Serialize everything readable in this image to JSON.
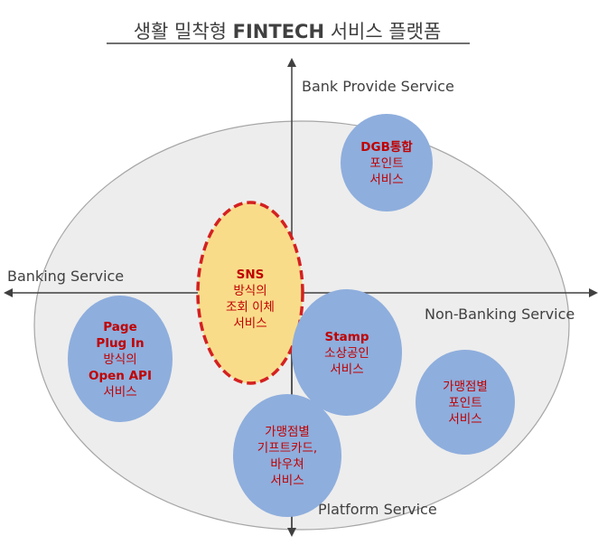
{
  "title": {
    "prefix": "생활 밀착형 ",
    "highlight": "FINTECH",
    "suffix": " 서비스 플랫폼"
  },
  "axes": {
    "top": "Bank Provide Service",
    "left": "Banking Service",
    "right": "Non-Banking Service",
    "bottom": "Platform Service"
  },
  "bubbles": {
    "dgb": {
      "lines": [
        "DGB통합",
        "포인트",
        "서비스"
      ],
      "bold": [
        true,
        false,
        false
      ]
    },
    "sns": {
      "lines": [
        "SNS",
        "방식의",
        "조회 이체",
        "서비스"
      ],
      "bold": [
        true,
        false,
        false,
        false
      ]
    },
    "page": {
      "lines": [
        "Page",
        "Plug In",
        "방식의",
        "Open API",
        "서비스"
      ],
      "bold": [
        true,
        true,
        false,
        true,
        false
      ]
    },
    "stamp": {
      "lines": [
        "Stamp",
        "소상공인",
        "서비스"
      ],
      "bold": [
        true,
        false,
        false
      ]
    },
    "merchant_point": {
      "lines": [
        "가맹점별",
        "포인트",
        "서비스"
      ],
      "bold": [
        false,
        false,
        false
      ]
    },
    "merchant_gift": {
      "lines": [
        "가맹점별",
        "기프트카드,",
        "바우쳐",
        "서비스"
      ],
      "bold": [
        false,
        false,
        false,
        false
      ]
    }
  },
  "colors": {
    "bubble": "#8eaedd",
    "background_ellipse": "#ededed",
    "highlight_fill": "#f9dc8a",
    "highlight_border": "#d42020",
    "text_red": "#c00000",
    "axis": "#404040"
  }
}
